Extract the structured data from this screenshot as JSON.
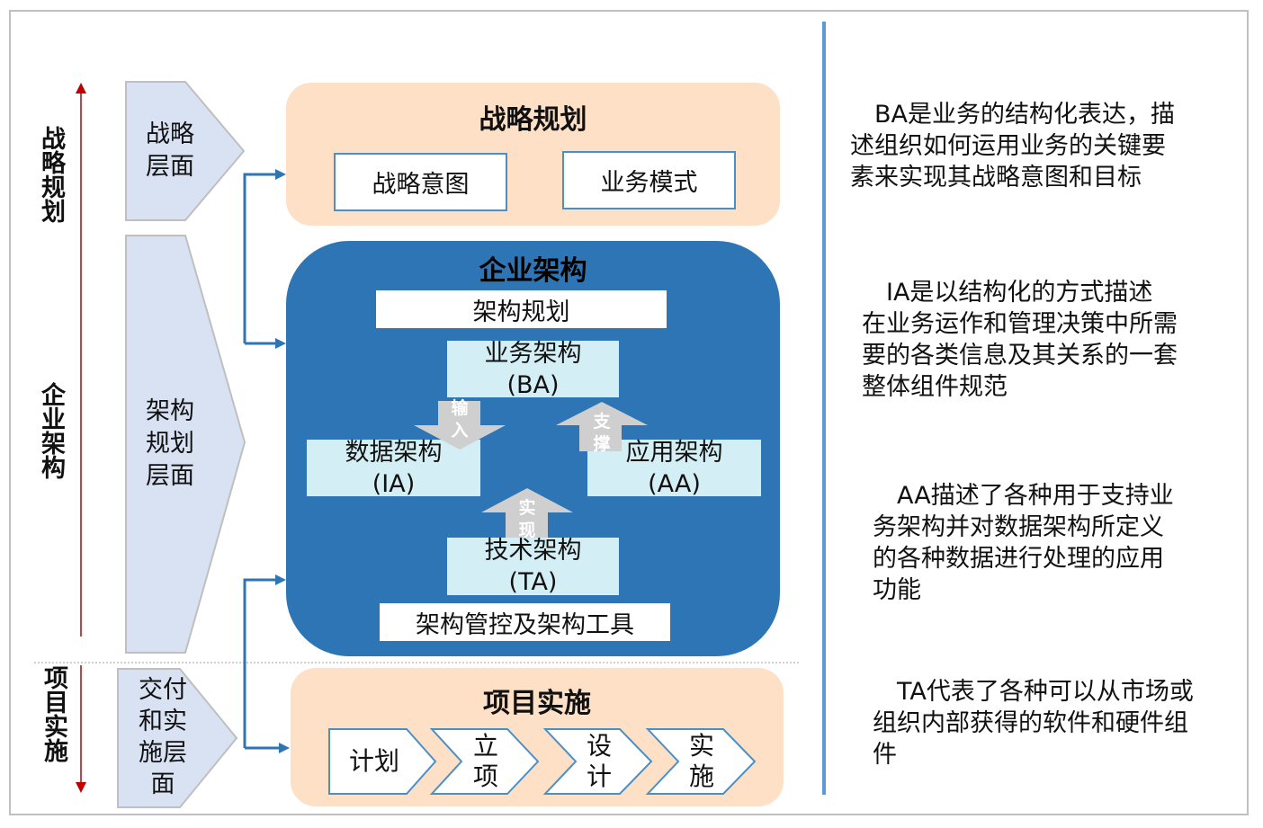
{
  "colors": {
    "frame_border": "#c0c0c0",
    "axis_arrow": "#c00000",
    "layer_fill": "#d9e2f3",
    "layer_border": "#bfbfbf",
    "peach_panel": "#fde0c6",
    "ea_panel": "#2e75b6",
    "arch_box": "#d3eef4",
    "connector": "#2e75b6",
    "flow_arrow": "#cccccc",
    "divider": "#5b9bd5",
    "chevron_border": "#4a90c8"
  },
  "axis_labels": {
    "strategy": "战略规划",
    "enterprise": "企业架构",
    "project": "项目实施"
  },
  "layers": {
    "strategy": [
      "战略",
      "层面"
    ],
    "architecture": [
      "架构",
      "规划",
      "层面"
    ],
    "delivery": [
      "交付",
      "和实",
      "施层",
      "面"
    ]
  },
  "strategy_panel": {
    "title": "战略规划",
    "items": [
      "战略意图",
      "业务模式"
    ]
  },
  "ea_panel": {
    "title": "企业架构",
    "planning_bar": "架构规划",
    "governance_bar": "架构管控及架构工具",
    "ba": {
      "name": "业务架构",
      "abbr": "(BA)"
    },
    "ia": {
      "name": "数据架构",
      "abbr": "(IA)"
    },
    "aa": {
      "name": "应用架构",
      "abbr": "(AA)"
    },
    "ta": {
      "name": "技术架构",
      "abbr": "(TA)"
    },
    "arrows": {
      "input": [
        "输",
        "入"
      ],
      "support": [
        "支",
        "撑"
      ],
      "realize": [
        "实",
        "现"
      ]
    }
  },
  "project_panel": {
    "title": "项目实施",
    "steps": [
      {
        "lines": [
          "计划"
        ]
      },
      {
        "lines": [
          "立",
          "项"
        ]
      },
      {
        "lines": [
          "设",
          "计"
        ]
      },
      {
        "lines": [
          "实",
          "施"
        ]
      }
    ]
  },
  "descriptions": [
    {
      "lines": [
        "　BA是业务的结构化表达，描",
        "述组织如何运用业务的关键要",
        "素来实现其战略意图和目标"
      ]
    },
    {
      "lines": [
        "　IA是以结构化的方式描述",
        "在业务运作和管理决策中所需",
        "要的各类信息及其关系的一套",
        "整体组件规范"
      ]
    },
    {
      "lines": [
        "　AA描述了各种用于支持业",
        "务架构并对数据架构所定义",
        "的各种数据进行处理的应用",
        "功能"
      ]
    },
    {
      "lines": [
        "　TA代表了各种可以从市场或",
        "组织内部获得的软件和硬件组",
        "件"
      ]
    }
  ]
}
